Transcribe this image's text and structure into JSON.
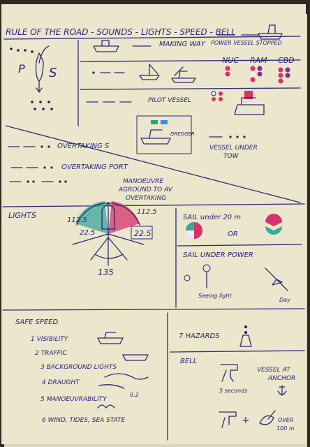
{
  "title": "RULE OF THE ROAD - SOUNDS - LIGHTS - SPEED - BELL",
  "sounds": {
    "making_way": "MAKING WAY",
    "power_stopped": "POWER VESSEL STOPPED",
    "nuc": "NUC",
    "ram": "RAM",
    "cbd": "CBD",
    "pilot": "PILOT VESSEL",
    "dredger": "DREDGER",
    "overtaking_s": "OVERTAKING S",
    "overtaking_port": "OVERTAKING PORT",
    "vessel_under_tow_1": "VESSEL UNDER",
    "vessel_under_tow_2": "TOW",
    "restricted_1": "MANOEUVRE",
    "restricted_2": "AGROUND TO AV",
    "restricted_3": "OVERTAKING"
  },
  "lights": {
    "heading": "LIGHTS",
    "angle_left": "112.5",
    "angle_right": "112.5",
    "angle_small_l": "22.5",
    "angle_small_r": "22.5",
    "angle_stern": "135",
    "sail_under_20": "SAIL under 20 m",
    "or": "OR",
    "sail_under_power": "SAIL UNDER POWER",
    "seen_light": "Seeing light",
    "day": "Day"
  },
  "speed": {
    "heading": "SAFE SPEED",
    "items": [
      "1 VISIBILITY",
      "2 TRAFFIC",
      "3 BACKGROUND LIGHTS",
      "4 DRAUGHT",
      "5 MANOEUVRABILITY",
      "6 WIND, TIDES, SEA STATE"
    ],
    "hazards": "7 HAZARDS",
    "small_val": "0.2"
  },
  "bell": {
    "heading": "BELL",
    "seconds": "5 seconds",
    "vessel_at_anchor_1": "VESSEL AT",
    "vessel_at_anchor_2": "ANCHOR",
    "plus": "+",
    "over_1": "OVER",
    "over_2": "100 m"
  },
  "colors": {
    "paper": "#ece6cc",
    "ink": "#2a2a78",
    "red": "#d6336b",
    "green": "#3aa6a0",
    "blue": "#3f8fd6"
  }
}
